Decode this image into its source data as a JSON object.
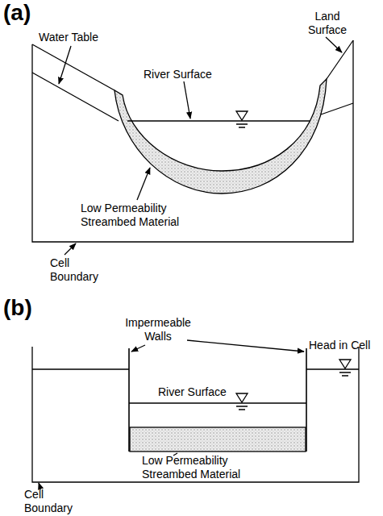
{
  "diagram": {
    "labels": [
      "(a)",
      "Water Table",
      "Land Surface",
      "River Surface",
      "Low Permeability Streambed Material",
      "Cell Boundary",
      "(b)",
      "Impermeable Walls",
      "Head in Cell",
      "River Surface",
      "Low Permeability Streambed Material",
      "Cell Boundary"
    ]
  }
}
